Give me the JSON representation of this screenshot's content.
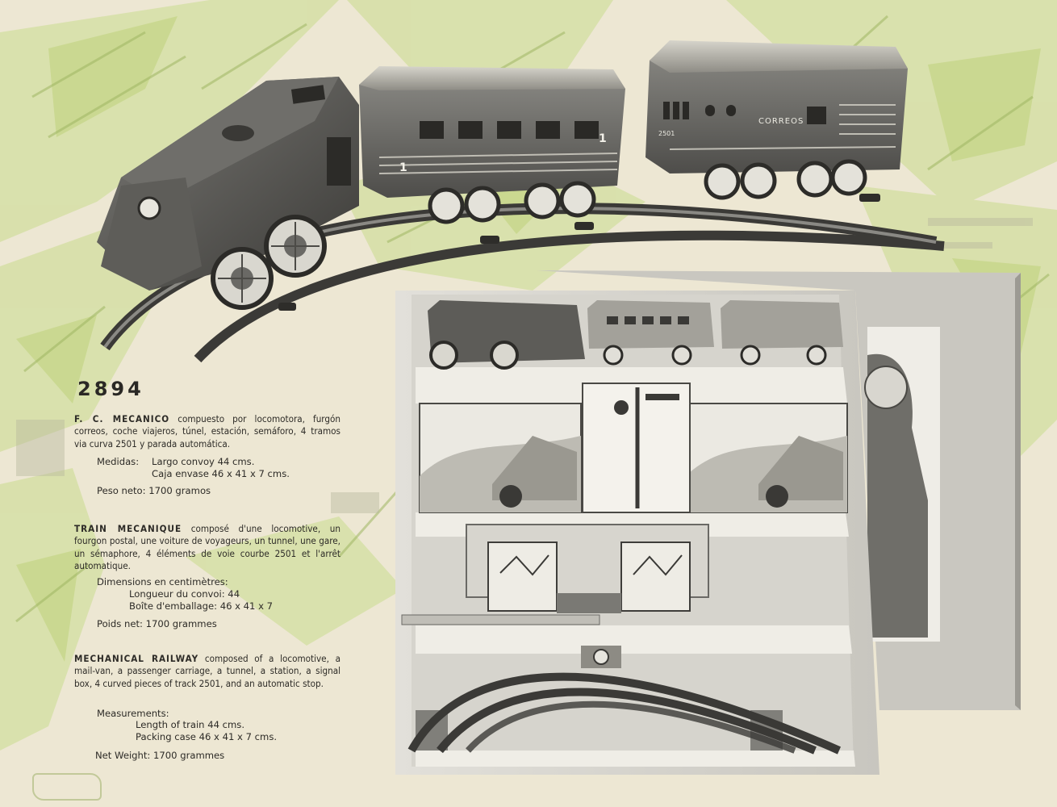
{
  "catalog": {
    "model_number": "2894",
    "spanish": {
      "lead": "F. C. MECANICO",
      "body": "compuesto por locomotora, furgón correos, coche viajeros, túnel, estación, semáforo, 4 tramos via curva 2501 y parada automática.",
      "measures_label": "Medidas:",
      "measures_line1": "Largo convoy 44 cms.",
      "measures_line2": "Caja envase 46 x 41 x 7 cms.",
      "weight": "Peso neto: 1700 gramos"
    },
    "french": {
      "lead": "TRAIN MECANIQUE",
      "body": "composé d'une locomotive, un fourgon postal, une voiture de voyageurs, un tunnel, une gare, un sémaphore, 4 éléments de voie courbe 2501 et l'arrêt automatique.",
      "dims_label": "Dimensions en centimètres:",
      "dims_line1": "Longueur du convoi: 44",
      "dims_line2": "Boîte d'emballage: 46 x 41 x 7",
      "weight": "Poids net: 1700 grammes"
    },
    "english": {
      "lead": "MECHANICAL RAILWAY",
      "body": "composed of a locomotive, a mail-van, a passenger carriage, a tunnel, a station, a signal box, 4 curved pieces of track 2501, and an automatic stop.",
      "measures_label": "Measurements:",
      "measures_line1": "Length of train 44 cms.",
      "measures_line2": "Packing case 46 x 41 x 7 cms.",
      "weight": "Net Weight: 1700 grammes"
    },
    "illustration": {
      "wagon_number": "1",
      "mail_van_label": "CORREOS",
      "mail_van_number": "2501"
    }
  }
}
